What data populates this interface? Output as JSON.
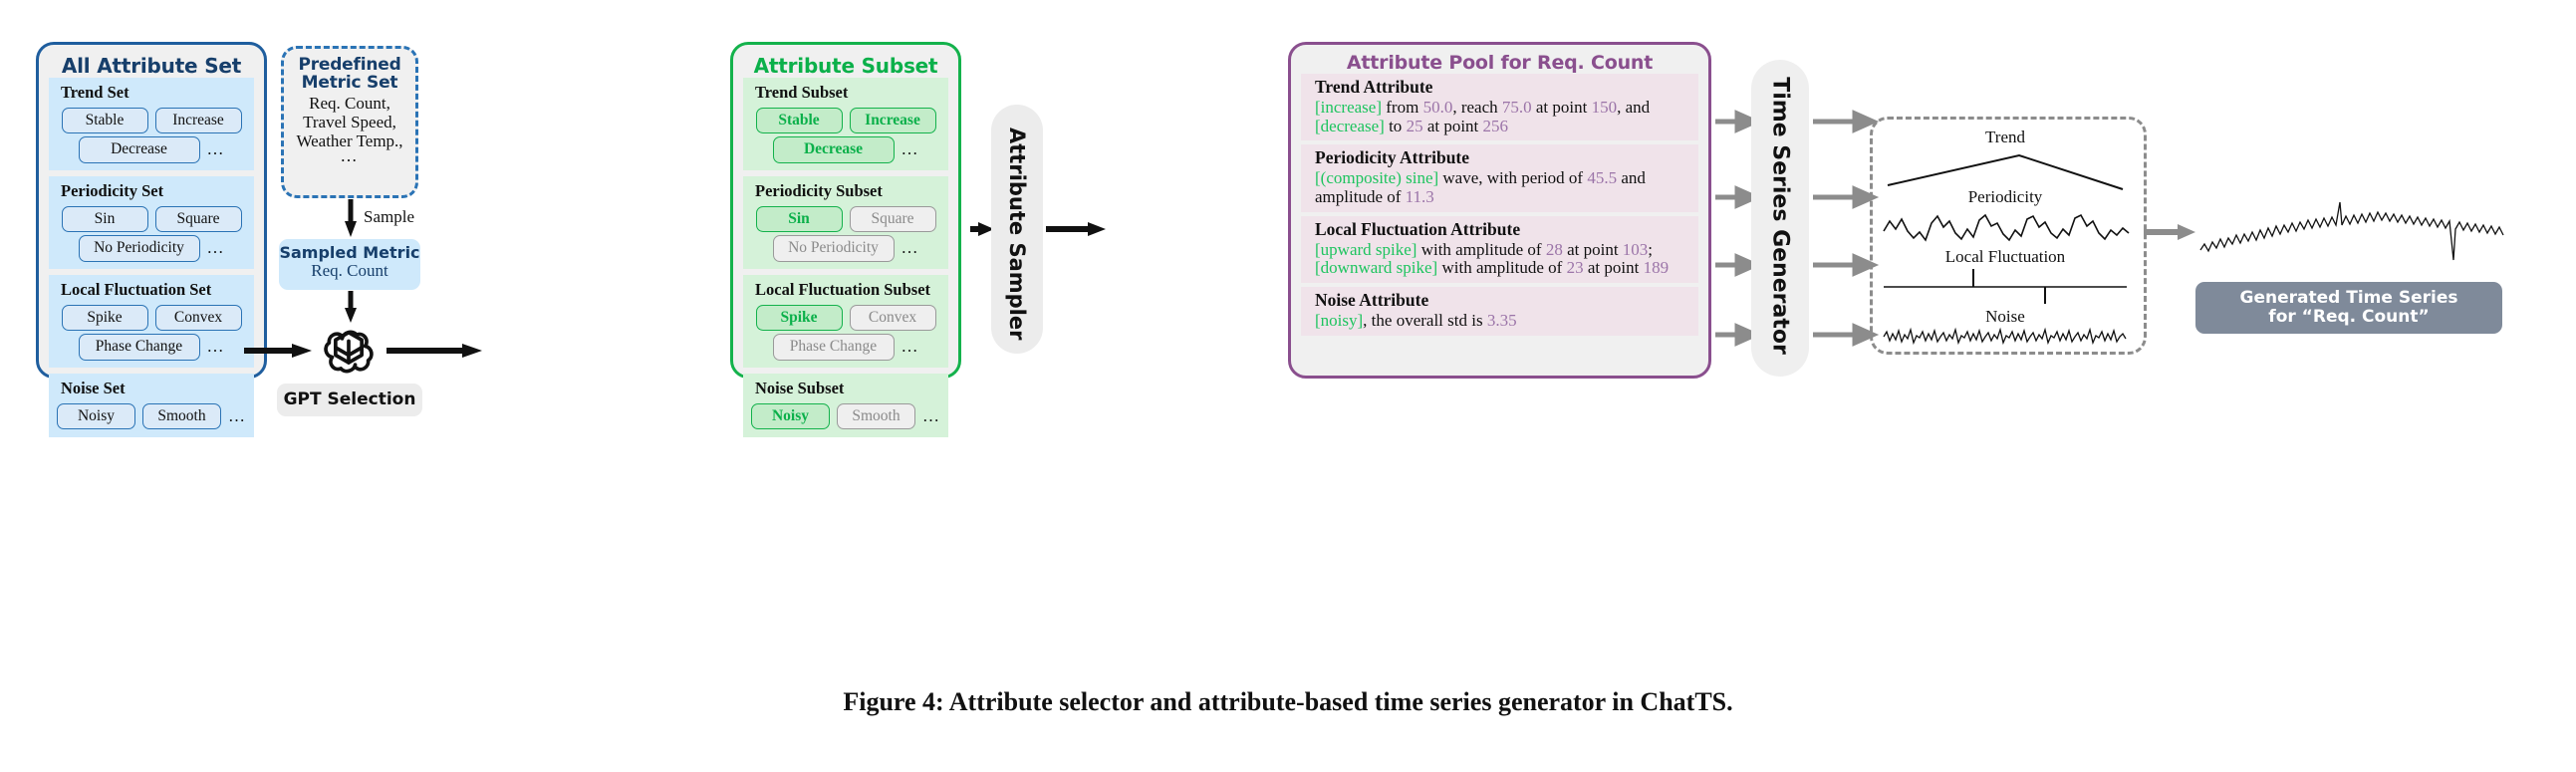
{
  "all_attribute_set": {
    "title": "All Attribute Set",
    "groups": [
      {
        "name": "Trend Set",
        "rows": [
          [
            "Stable",
            "Increase"
          ],
          [
            "Decrease",
            "…"
          ]
        ]
      },
      {
        "name": "Periodicity Set",
        "rows": [
          [
            "Sin",
            "Square"
          ],
          [
            "No Periodicity",
            "…"
          ]
        ]
      },
      {
        "name": "Local Fluctuation Set",
        "rows": [
          [
            "Spike",
            "Convex"
          ],
          [
            "Phase Change",
            "…"
          ]
        ]
      },
      {
        "name": "Noise Set",
        "rows": [
          [
            "Noisy",
            "Smooth",
            "…"
          ]
        ]
      }
    ]
  },
  "predefined_metric_set": {
    "title_line1": "Predefined",
    "title_line2": "Metric Set",
    "metrics": [
      "Req. Count,",
      "Travel Speed,",
      "Weather Temp.,"
    ],
    "ellipsis": "…",
    "sample_label": "Sample"
  },
  "sampled_metric": {
    "title": "Sampled Metric",
    "value": "Req. Count"
  },
  "gpt_selection": {
    "label": "GPT Selection",
    "icon": "openai-logo"
  },
  "attribute_subset": {
    "title": "Attribute Subset",
    "groups": [
      {
        "name": "Trend Subset",
        "rows": [
          [
            {
              "t": "Stable",
              "s": "on"
            },
            {
              "t": "Increase",
              "s": "on"
            }
          ],
          [
            {
              "t": "Decrease",
              "s": "on"
            },
            {
              "t": "…",
              "s": "dots"
            }
          ]
        ]
      },
      {
        "name": "Periodicity Subset",
        "rows": [
          [
            {
              "t": "Sin",
              "s": "on"
            },
            {
              "t": "Square",
              "s": "off"
            }
          ],
          [
            {
              "t": "No Periodicity",
              "s": "off"
            },
            {
              "t": "…",
              "s": "dots"
            }
          ]
        ]
      },
      {
        "name": "Local Fluctuation Subset",
        "rows": [
          [
            {
              "t": "Spike",
              "s": "on"
            },
            {
              "t": "Convex",
              "s": "off"
            }
          ],
          [
            {
              "t": "Phase Change",
              "s": "off"
            },
            {
              "t": "…",
              "s": "dots"
            }
          ]
        ]
      },
      {
        "name": "Noise Subset",
        "rows": [
          [
            {
              "t": "Noisy",
              "s": "on"
            },
            {
              "t": "Smooth",
              "s": "off"
            },
            {
              "t": "…",
              "s": "dots"
            }
          ]
        ]
      }
    ]
  },
  "attribute_sampler": {
    "label": "Attribute Sampler"
  },
  "attribute_pool": {
    "title": "Attribute Pool for Req. Count",
    "attributes": [
      {
        "name": "Trend Attribute",
        "parts": [
          {
            "k": "tag",
            "v": "[increase]"
          },
          {
            "k": "txt",
            "v": " from "
          },
          {
            "k": "num",
            "v": "50.0"
          },
          {
            "k": "txt",
            "v": ", reach "
          },
          {
            "k": "num",
            "v": "75.0"
          },
          {
            "k": "txt",
            "v": " at point "
          },
          {
            "k": "num",
            "v": "150"
          },
          {
            "k": "txt",
            "v": ", and "
          },
          {
            "k": "tag",
            "v": "[decrease]"
          },
          {
            "k": "txt",
            "v": " to "
          },
          {
            "k": "num",
            "v": "25"
          },
          {
            "k": "txt",
            "v": " at point "
          },
          {
            "k": "num",
            "v": "256"
          }
        ]
      },
      {
        "name": "Periodicity Attribute",
        "parts": [
          {
            "k": "tag",
            "v": "[(composite) sine]"
          },
          {
            "k": "txt",
            "v": " wave, with period of "
          },
          {
            "k": "num",
            "v": "45.5"
          },
          {
            "k": "txt",
            "v": " and amplitude of "
          },
          {
            "k": "num",
            "v": "11.3"
          }
        ]
      },
      {
        "name": "Local Fluctuation Attribute",
        "parts": [
          {
            "k": "tag",
            "v": "[upward spike]"
          },
          {
            "k": "txt",
            "v": " with amplitude of "
          },
          {
            "k": "num",
            "v": "28"
          },
          {
            "k": "txt",
            "v": " at point "
          },
          {
            "k": "num",
            "v": "103"
          },
          {
            "k": "txt",
            "v": "; "
          },
          {
            "k": "tag",
            "v": "[downward spike]"
          },
          {
            "k": "txt",
            "v": " with amplitude of "
          },
          {
            "k": "num",
            "v": "23"
          },
          {
            "k": "txt",
            "v": " at point "
          },
          {
            "k": "num",
            "v": "189"
          }
        ]
      },
      {
        "name": "Noise Attribute",
        "parts": [
          {
            "k": "tag",
            "v": "[noisy]"
          },
          {
            "k": "txt",
            "v": ", the overall std is "
          },
          {
            "k": "num",
            "v": "3.35"
          }
        ]
      }
    ]
  },
  "time_series_generator": {
    "label": "Time Series Generator"
  },
  "components": {
    "labels": [
      "Trend",
      "Periodicity",
      "Local Fluctuation",
      "Noise"
    ]
  },
  "generated": {
    "badge_line1": "Generated Time Series",
    "badge_line2": "for “Req. Count”"
  },
  "caption": "Figure 4: Attribute selector and attribute-based time series generator in ChatTS.",
  "colors": {
    "blue_border": "#1f5e9e",
    "blue_title": "#173f6b",
    "blue_group_bg": "#cfe9fb",
    "green_border": "#14b24c",
    "green_title": "#0bb04a",
    "green_group_bg": "#d5f2d9",
    "purple_border": "#8a4f8e",
    "purple_num": "#9b74a8",
    "tag_green": "#1ec45f",
    "grey_pill": "#ececec",
    "badge_grey": "#7f8a9a"
  },
  "chart_data": {
    "type": "line",
    "title": "Time series component decomposition",
    "panels": [
      {
        "name": "Trend",
        "type": "line",
        "x": [
          0,
          150,
          256
        ],
        "y": [
          50.0,
          75.0,
          25.0
        ],
        "description": "increase from 50.0 to 75.0 at point 150, then decrease to 25 at point 256"
      },
      {
        "name": "Periodicity",
        "type": "line",
        "description": "composite sine wave, period 45.5, amplitude 11.3",
        "period": 45.5,
        "amplitude": 11.3
      },
      {
        "name": "Local Fluctuation",
        "type": "line",
        "description": "upward spike amplitude 28 at point 103; downward spike amplitude 23 at point 189",
        "spikes": [
          {
            "direction": "up",
            "amplitude": 28,
            "point": 103
          },
          {
            "direction": "down",
            "amplitude": 23,
            "point": 189
          }
        ]
      },
      {
        "name": "Noise",
        "type": "line",
        "description": "noisy, overall std 3.35",
        "std": 3.35
      }
    ],
    "output": {
      "name": "Generated Time Series for “Req. Count”",
      "type": "line",
      "xlim": [
        0,
        256
      ],
      "composed_of": [
        "Trend",
        "Periodicity",
        "Local Fluctuation",
        "Noise"
      ]
    }
  }
}
